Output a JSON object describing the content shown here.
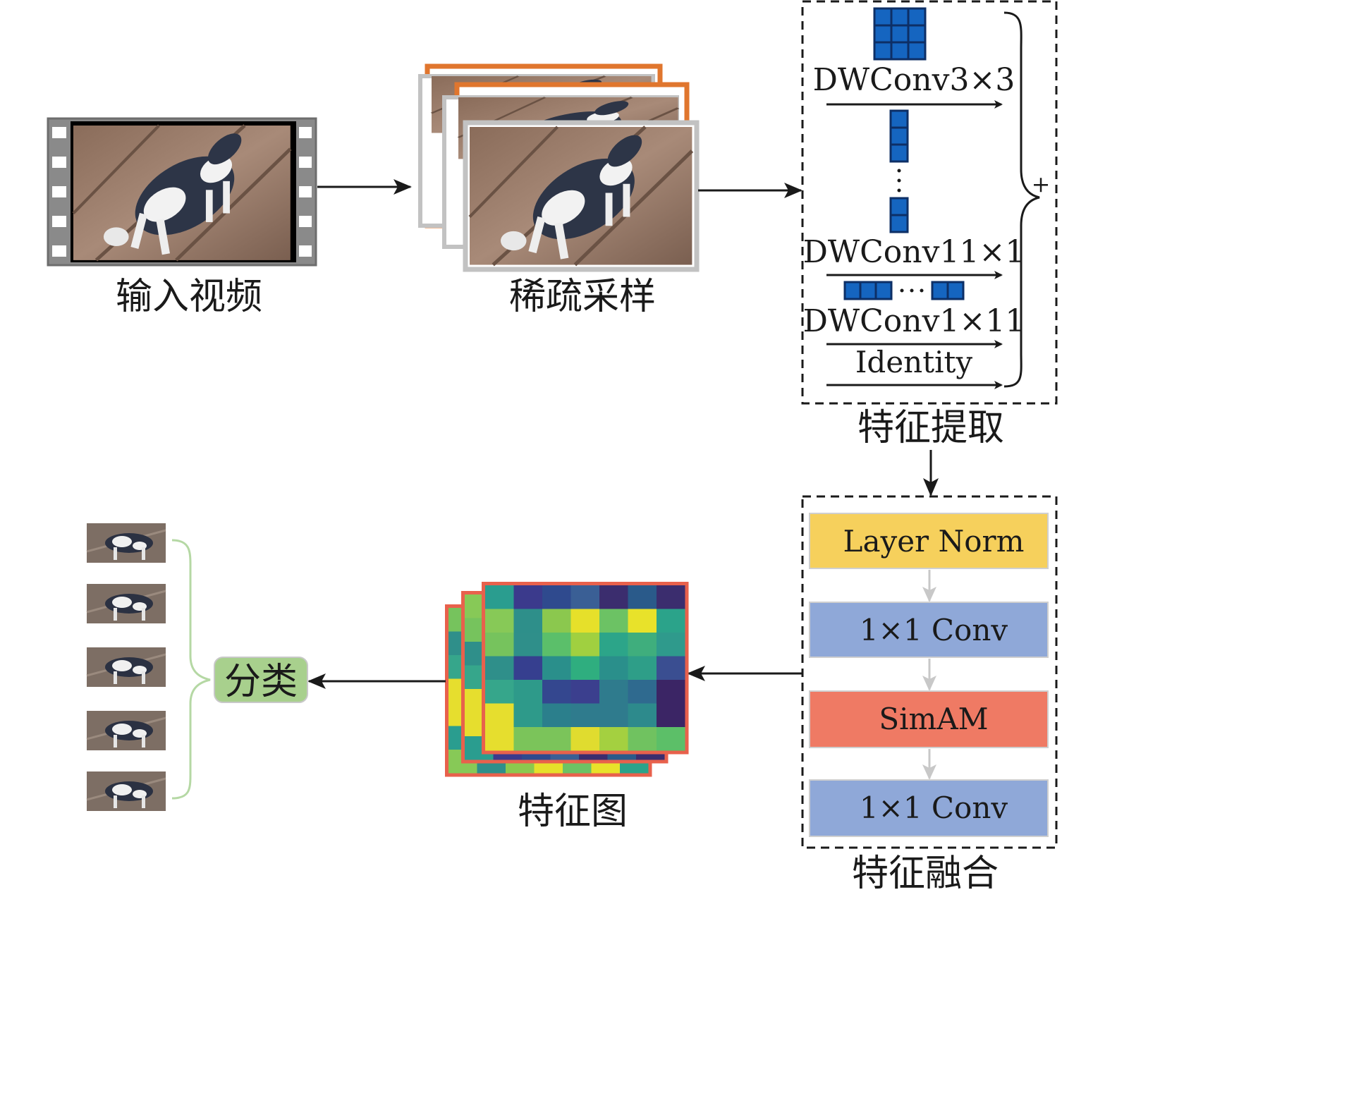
{
  "labels": {
    "input_video": "输入视频",
    "sparse_sampling": "稀疏采样",
    "feature_extraction": "特征提取",
    "feature_fusion": "特征融合",
    "feature_map": "特征图",
    "classification": "分类"
  },
  "extraction_branches": {
    "dw3": "DWConv3×3",
    "dw11x1": "DWConv11×1",
    "dw1x11": "DWConv1×11",
    "identity": "Identity",
    "sum_symbol": "+"
  },
  "fusion_blocks": [
    {
      "label": "Layer Norm",
      "color": "#f6d05c"
    },
    {
      "label": "1×1 Conv",
      "color": "#8fa8d8"
    },
    {
      "label": "SimAM",
      "color": "#ef7a64"
    },
    {
      "label": "1×1 Conv",
      "color": "#8fa8d8"
    }
  ],
  "colors": {
    "orange_frame": "#e0762e",
    "gray_frame": "#bdbdbd",
    "conv_blue": "#1565c0",
    "feature_border": "#e8614c",
    "classify_box": "#a8d08d",
    "brace_green": "#b5d8a4"
  },
  "feature_map_grid": [
    [
      "#2a9d8f",
      "#3b3a8c",
      "#2f4a8e",
      "#3a5f95",
      "#3b2d6e",
      "#2a5a8a",
      "#3b2d6e"
    ],
    [
      "#87c957",
      "#2e8f8a",
      "#8bc84e",
      "#e6e02a",
      "#6cc264",
      "#e8e22a",
      "#2ba38a"
    ],
    [
      "#76c35d",
      "#2f8f8a",
      "#5bbf6a",
      "#a0d040",
      "#2ca589",
      "#3fae7d",
      "#2f9a8c"
    ],
    [
      "#2f8f8a",
      "#363f8f",
      "#2a8f8b",
      "#2fae7f",
      "#2a8f8b",
      "#2e9e88",
      "#3a4e91"
    ],
    [
      "#36a68b",
      "#2e9a8a",
      "#34478f",
      "#3b3f8e",
      "#2f7b8d",
      "#2f6a8f",
      "#3b2565"
    ],
    [
      "#e6de2e",
      "#2e9a8a",
      "#2b7f8c",
      "#2f7b8d",
      "#2f7b8d",
      "#2d8a8c",
      "#3b2565"
    ],
    [
      "#e6de2e",
      "#7bc45a",
      "#7bc45a",
      "#e0dc2f",
      "#a4d040",
      "#70c260",
      "#5cbf68"
    ]
  ]
}
